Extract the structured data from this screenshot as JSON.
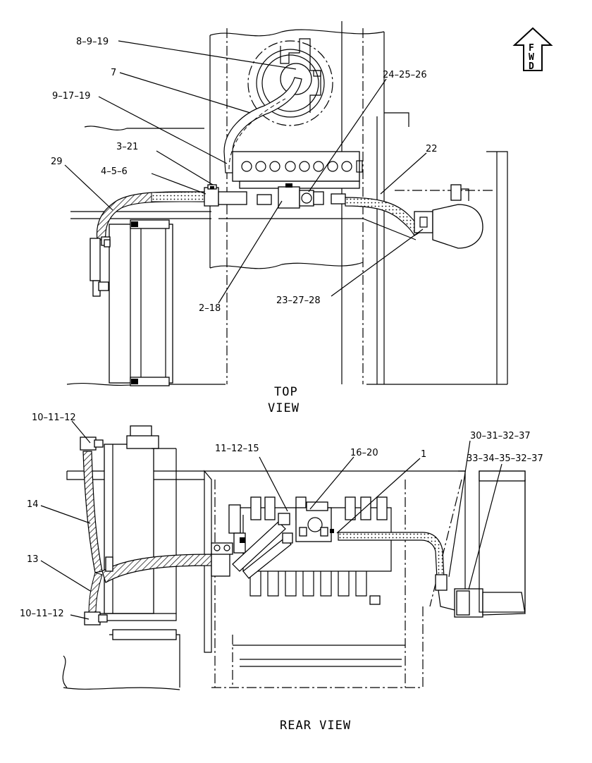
{
  "views": {
    "top": {
      "title_line1": "TOP",
      "title_line2": "VIEW",
      "callouts": [
        "8–9–19",
        "7",
        "9–17–19",
        "3–21",
        "4–5–6",
        "29",
        "24–25–26",
        "22",
        "2–18",
        "23–27–28"
      ]
    },
    "rear": {
      "title": "REAR VIEW",
      "callouts": [
        "10–11–12",
        "14",
        "13",
        "10–11–12",
        "11–12–15",
        "16–20",
        "1",
        "30–31–32–37",
        "33–34–35–32–37"
      ]
    }
  },
  "fwd_arrow": {
    "letters": [
      "F",
      "W",
      "D"
    ]
  }
}
